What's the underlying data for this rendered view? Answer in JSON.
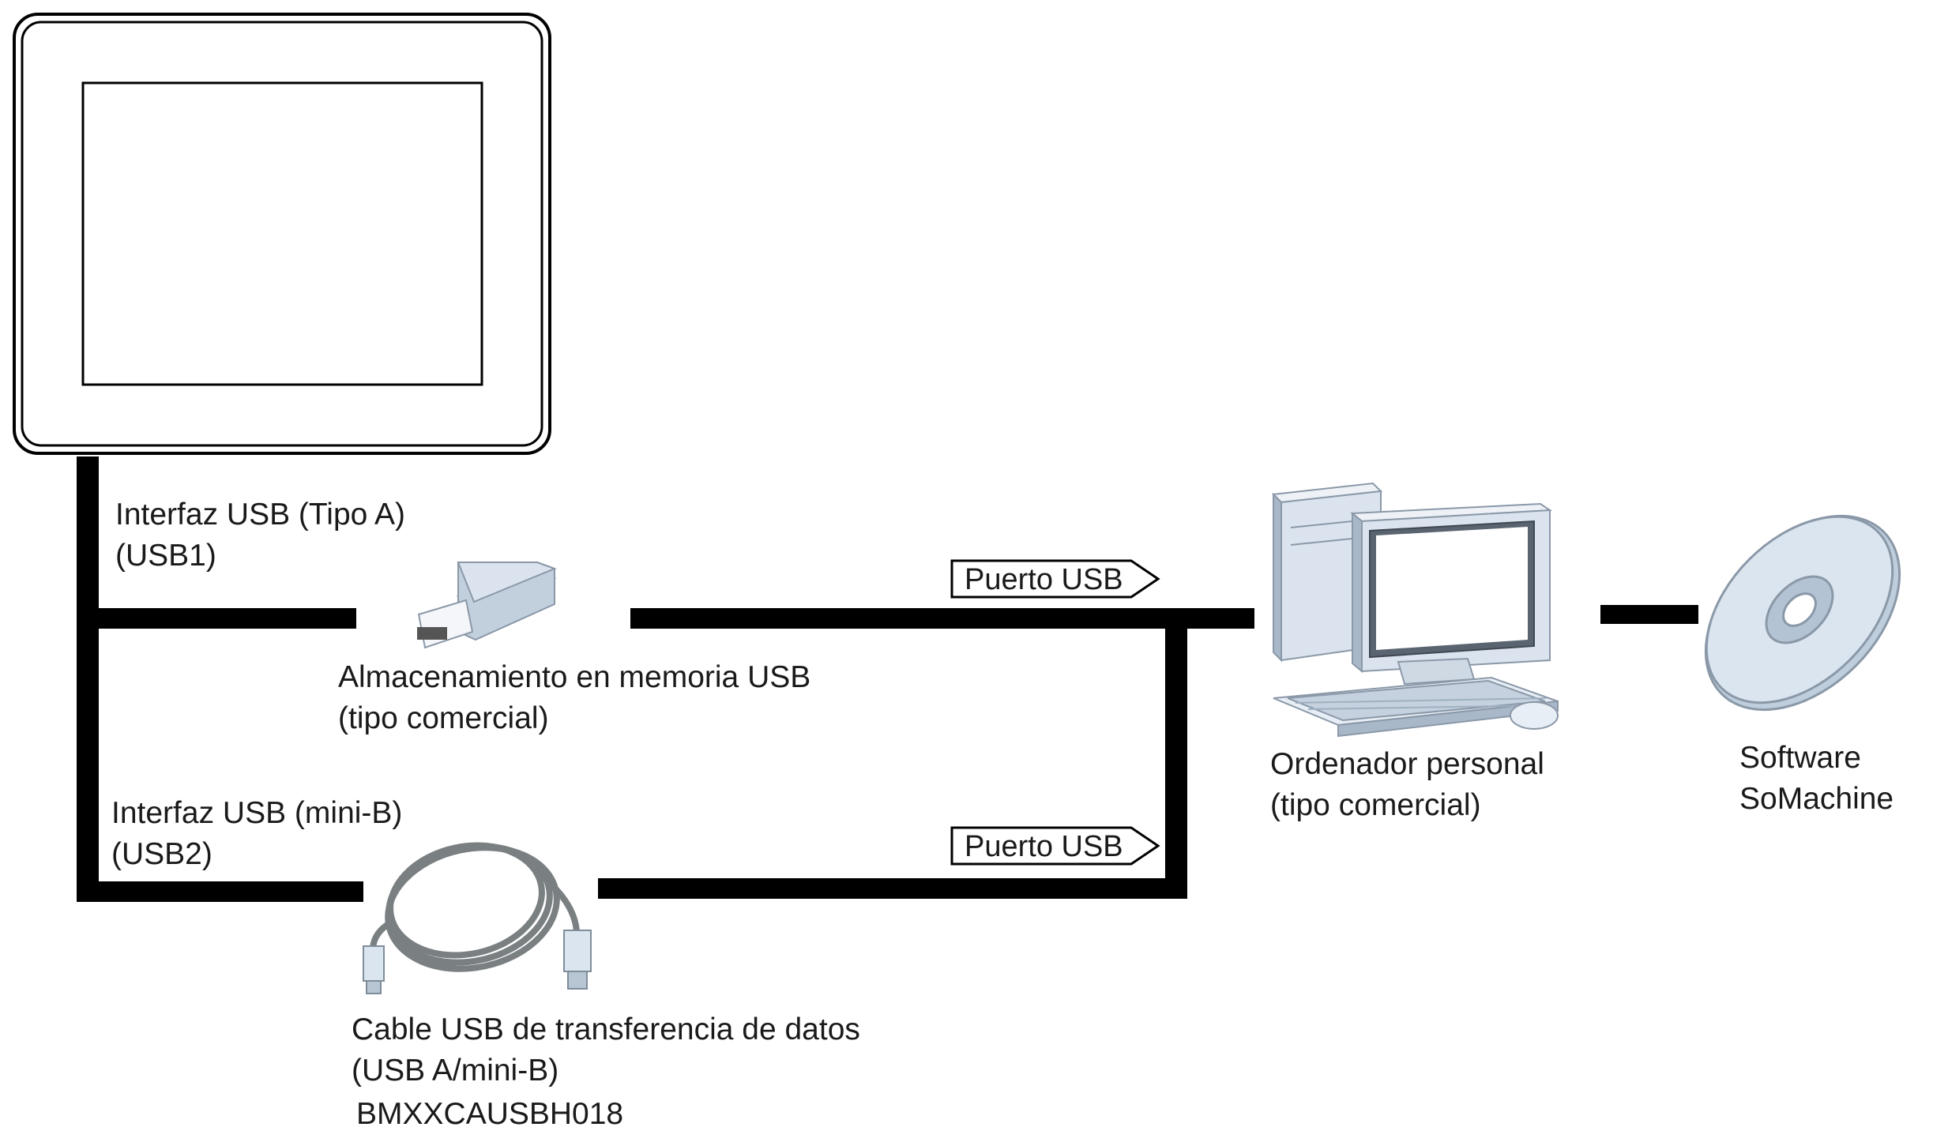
{
  "labels": {
    "usb1_interface": "Interfaz USB (Tipo A)",
    "usb1_name": "(USB1)",
    "usb2_interface": "Interfaz USB (mini-B)",
    "usb2_name": "(USB2)",
    "memory_line1": "Almacenamiento en memoria USB",
    "memory_line2": "(tipo comercial)",
    "cable_line1": "Cable USB de transferencia de datos",
    "cable_line2": "(USB A/mini-B)",
    "cable_part": "BMXXCAUSBH018",
    "pc_line1": "Ordenador personal",
    "pc_line2": "(tipo comercial)",
    "software_line1": "Software",
    "software_line2": "SoMachine"
  },
  "ports": {
    "upper": "Puerto USB",
    "lower": "Puerto USB"
  },
  "icons": {
    "hmi": "hmi-panel-icon",
    "usb_stick": "usb-memory-stick-icon",
    "usb_cable": "usb-cable-icon",
    "pc": "desktop-computer-icon",
    "disc": "software-disc-icon"
  },
  "colors": {
    "line": "#000000",
    "device_fill": "#dbe5ef",
    "device_stroke": "#8a98a8",
    "cable": "#7a7f82"
  }
}
